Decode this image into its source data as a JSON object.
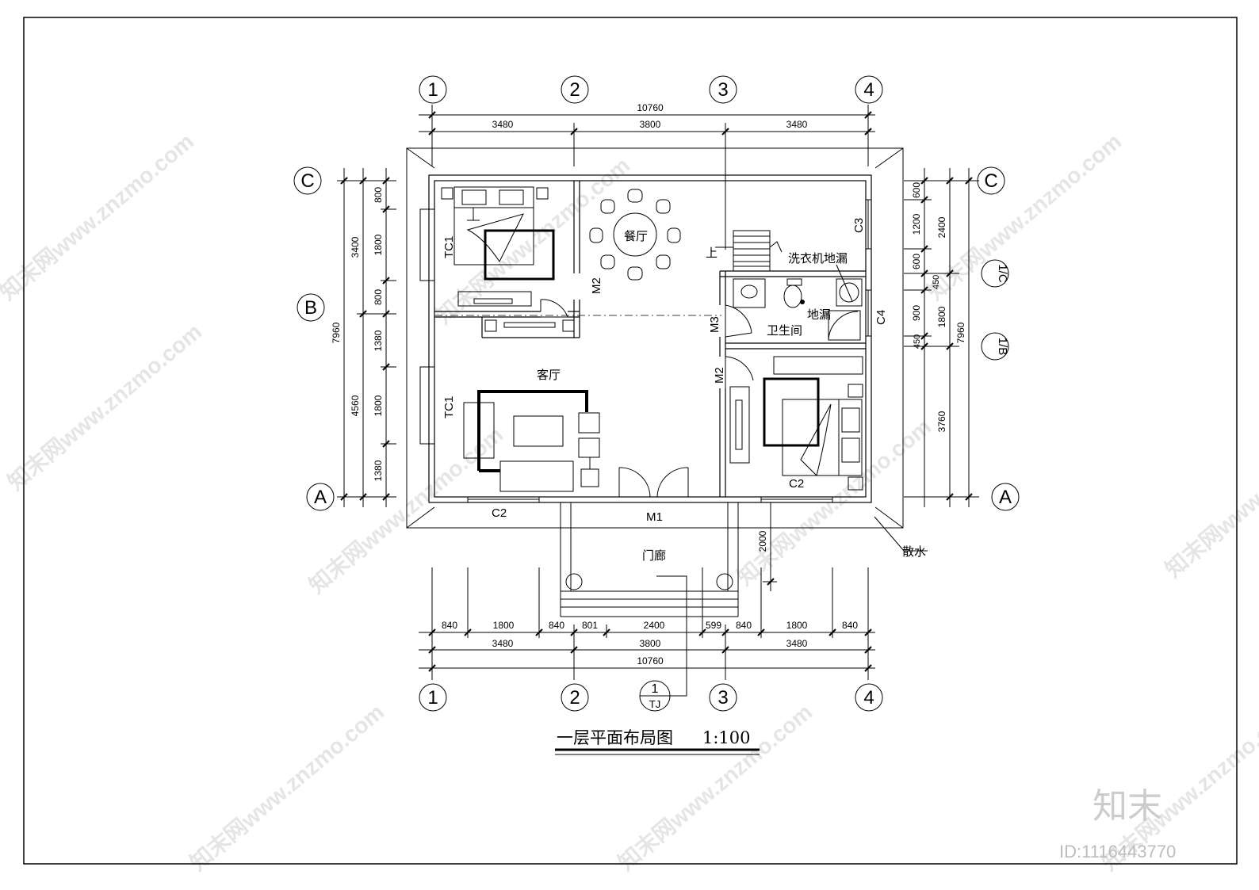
{
  "title": {
    "name": "一层平面布局图",
    "scale": "1:100"
  },
  "axes": {
    "vertical": [
      "1",
      "2",
      "3",
      "4"
    ],
    "horizontal": [
      "A",
      "B",
      "C"
    ],
    "sub": [
      "1/B",
      "1/C"
    ]
  },
  "dims": {
    "top_total": "10760",
    "top_parts": [
      "3480",
      "3800",
      "3480"
    ],
    "bottom_detail": [
      "840",
      "1800",
      "840",
      "801",
      "2400",
      "599",
      "840",
      "1800",
      "840"
    ],
    "bottom_parts": [
      "3480",
      "3800",
      "3480"
    ],
    "bottom_total": "10760",
    "left_total": "7960",
    "left_parts": [
      "3400",
      "4560"
    ],
    "left_detail": [
      "800",
      "1800",
      "800",
      "1380",
      "1800",
      "1380"
    ],
    "right_total": "7960",
    "right_parts": [
      "2400",
      "3760"
    ],
    "right_detail": [
      "600",
      "1200",
      "600",
      "450",
      "900",
      "450",
      "1800"
    ],
    "porch_depth": "2000"
  },
  "rooms": {
    "dining": "餐厅",
    "living": "客厅",
    "bathroom": "卫生间",
    "porch": "门廊",
    "washer_drain": "洗衣机地漏",
    "floor_drain": "地漏",
    "up": "上",
    "apron": "散水"
  },
  "openings": {
    "tc1_a": "TC1",
    "tc1_b": "TC1",
    "c2_a": "C2",
    "c2_b": "C2",
    "c3": "C3",
    "c4": "C4",
    "m1": "M1",
    "m2_a": "M2",
    "m2_b": "M2",
    "m3": "M3"
  },
  "section": {
    "number": "1",
    "sheet": "TJ"
  },
  "watermark": {
    "text": "知末网www.znzmo.com",
    "logo": "知末",
    "id": "ID:1116443770"
  }
}
